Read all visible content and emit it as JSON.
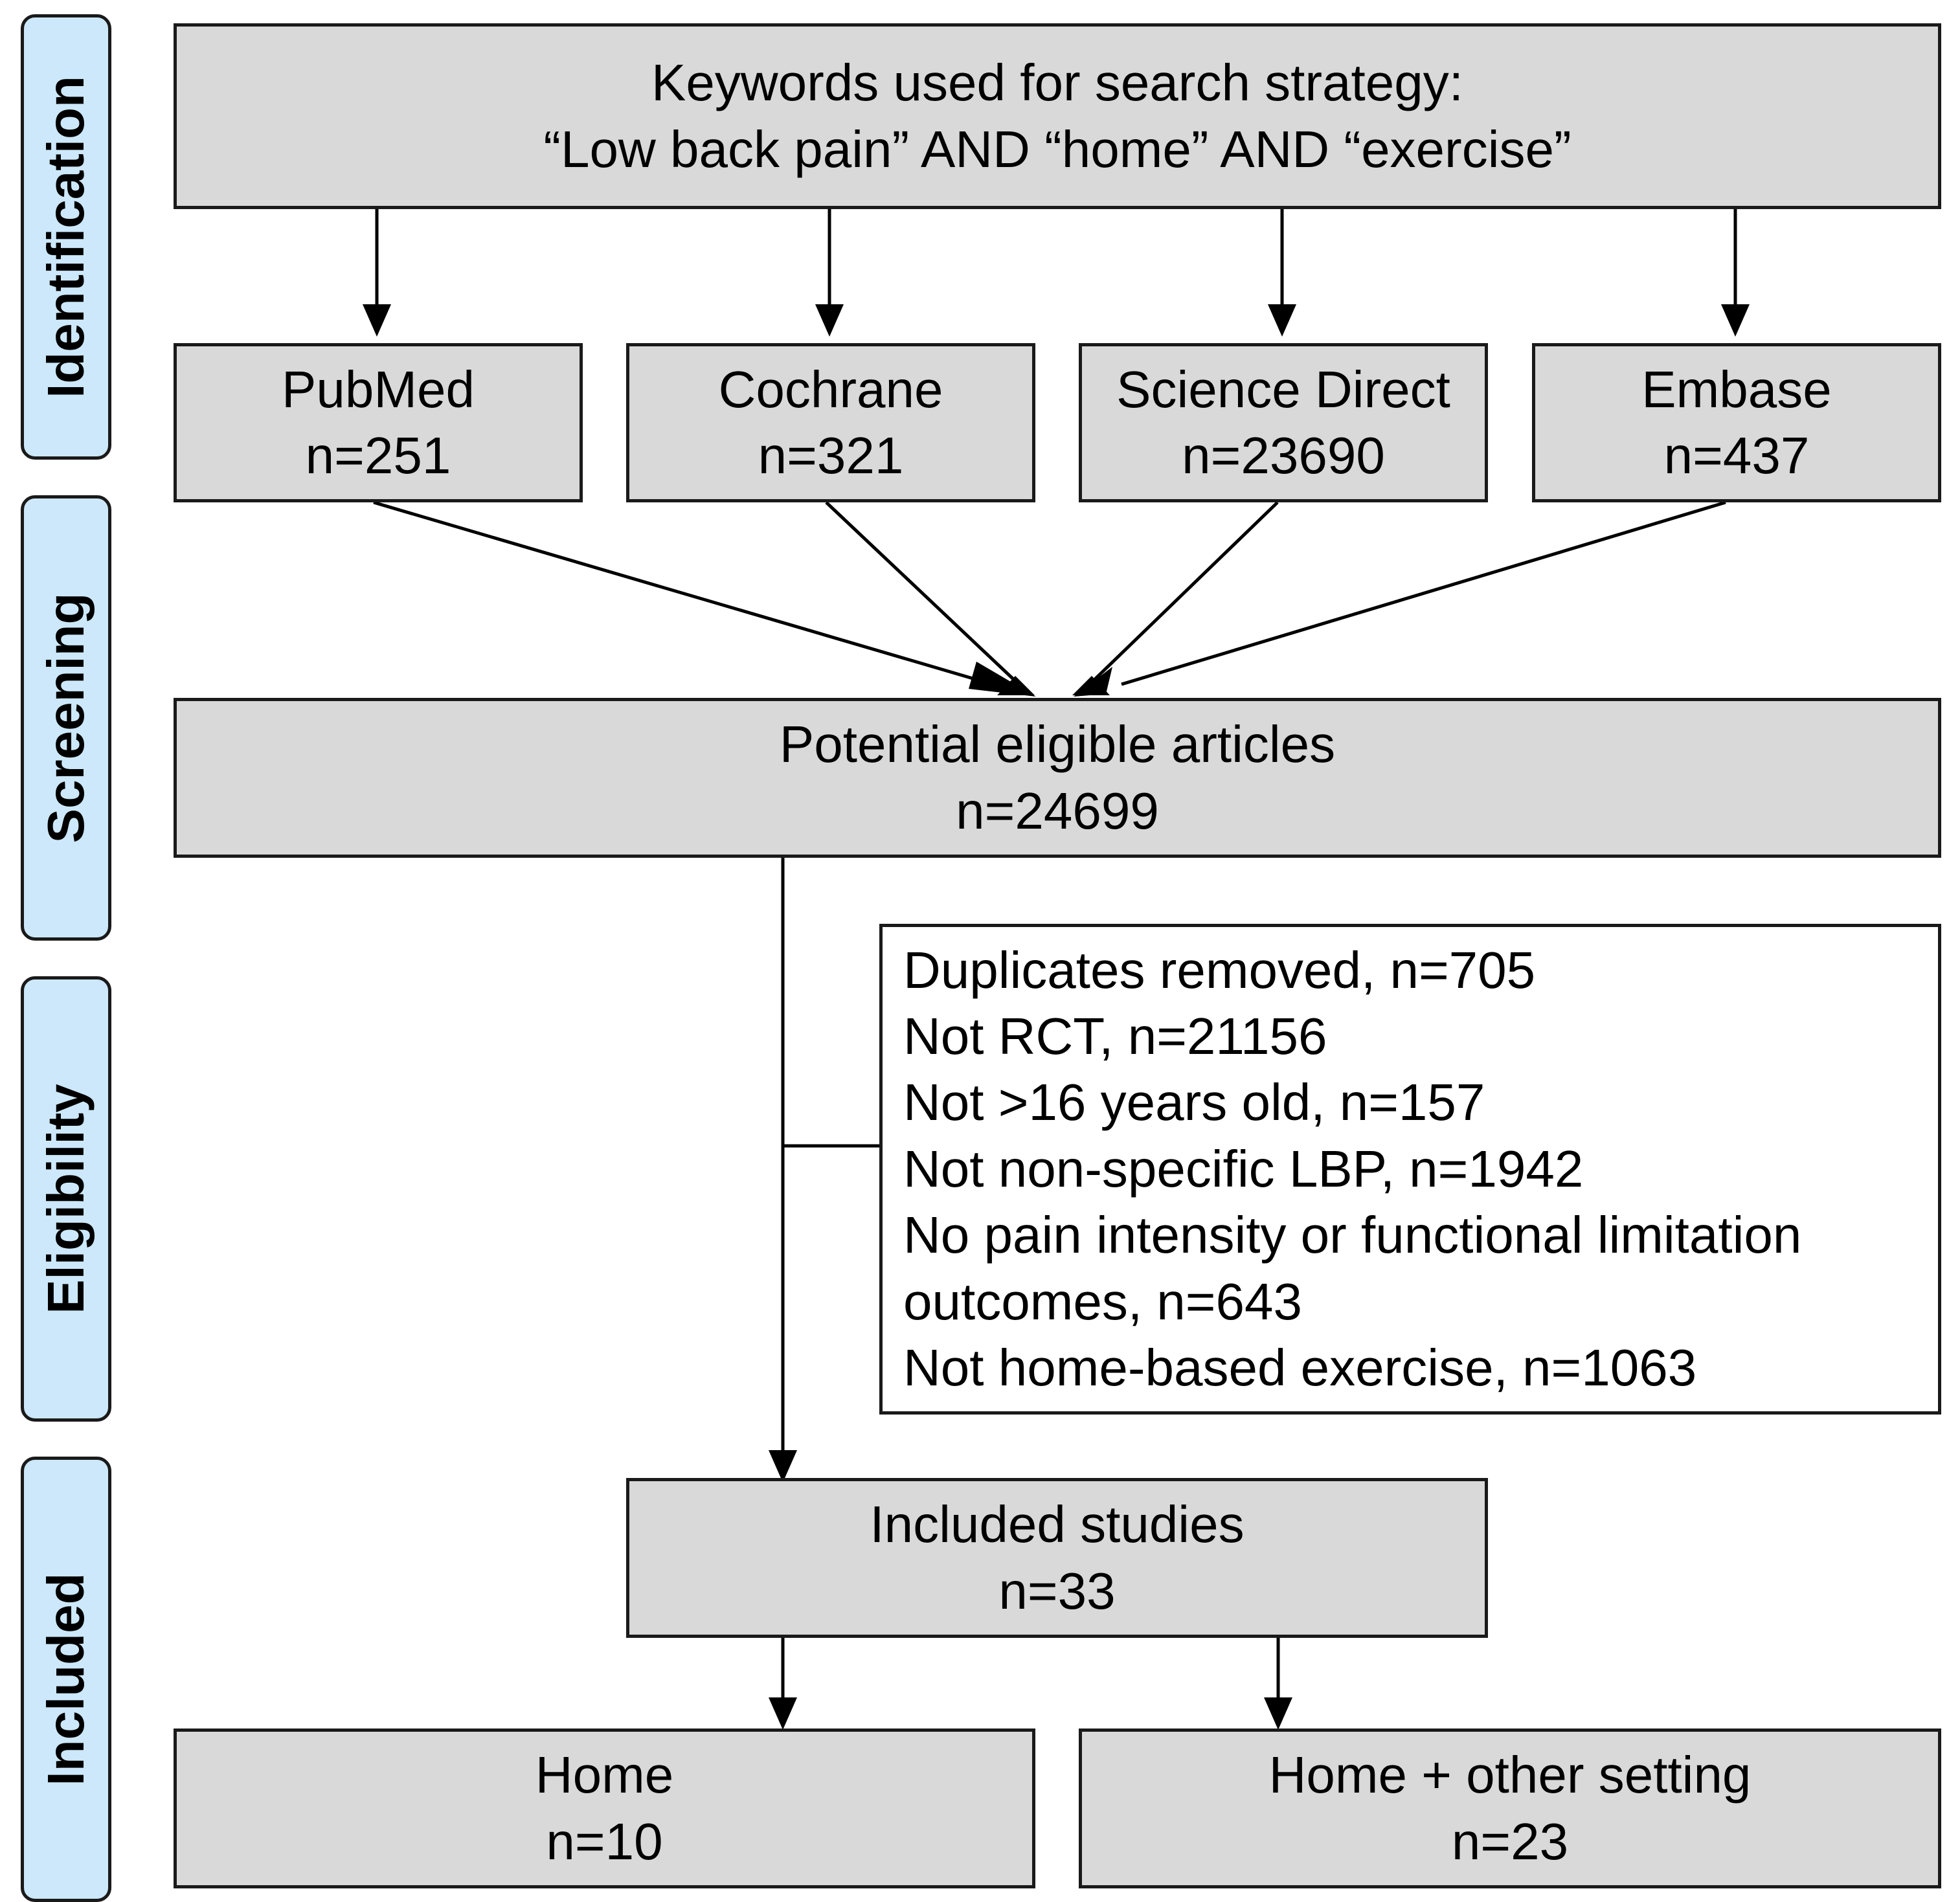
{
  "stages": {
    "identification": "Identification",
    "screening": "Screening",
    "eligibility": "Eligibility",
    "included": "Included"
  },
  "search": {
    "line1": "Keywords used for search strategy:",
    "line2": "“Low back pain” AND “home” AND “exercise”"
  },
  "databases": [
    {
      "name": "PubMed",
      "count": "n=251"
    },
    {
      "name": "Cochrane",
      "count": "n=321"
    },
    {
      "name": "Science Direct",
      "count": "n=23690"
    },
    {
      "name": "Embase",
      "count": "n=437"
    }
  ],
  "potential": {
    "label": "Potential eligible articles",
    "count": "n=24699"
  },
  "exclusions": [
    "Duplicates removed, n=705",
    "Not RCT, n=21156",
    "Not >16 years old, n=157",
    "Not non-specific LBP, n=1942",
    "No pain intensity or functional limitation",
    "outcomes, n=643",
    "Not home-based exercise, n=1063"
  ],
  "included": {
    "label": "Included studies",
    "count": "n=33"
  },
  "settings": [
    {
      "label": "Home",
      "count": "n=10"
    },
    {
      "label": "Home + other setting",
      "count": "n=23"
    }
  ],
  "colors": {
    "box_fill": "#d9d9d9",
    "stage_fill": "#cce8fa",
    "stroke": "#1a1a1a"
  }
}
